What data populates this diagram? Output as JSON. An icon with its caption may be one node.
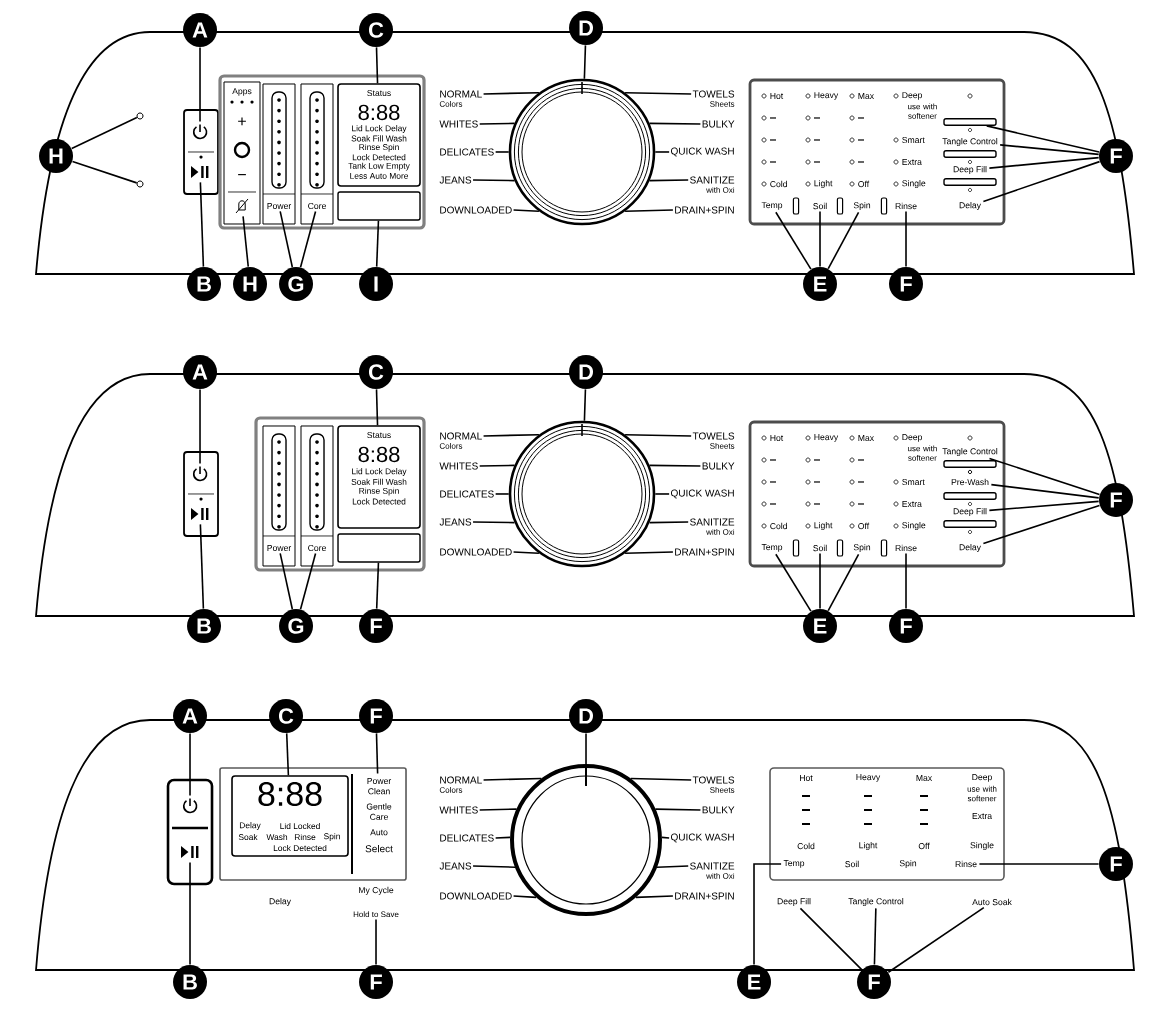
{
  "diagram": {
    "nodes": [
      {
        "text": [
          "A"
        ]
      },
      {
        "text": [
          "B"
        ]
      },
      {
        "text": [
          "C"
        ]
      },
      {
        "text": [
          "D"
        ]
      },
      {
        "text": [
          "H"
        ]
      },
      {
        "text": [
          "H"
        ]
      },
      {
        "text": [
          "G"
        ]
      },
      {
        "text": [
          "I"
        ]
      },
      {
        "text": [
          "E"
        ]
      },
      {
        "text": [
          "F"
        ]
      },
      {
        "text": [
          "F"
        ]
      },
      {
        "text": [],
        "shape": "icon"
      },
      {
        "text": [],
        "shape": "icon"
      },
      {
        "text": [],
        "shape": "circle"
      },
      {
        "text": [],
        "shape": "circle"
      },
      {
        "text": [],
        "shape": "icon"
      },
      {
        "text": [
          "Power"
        ]
      },
      {
        "text": [
          "Core"
        ]
      },
      {
        "text": [
          "Status",
          "8:88"
        ]
      },
      {
        "text": [],
        "shape": "box"
      },
      {
        "text": [],
        "shape": "circle"
      },
      {
        "text": [
          "Temp"
        ]
      },
      {
        "text": [
          "Soil"
        ]
      },
      {
        "text": [
          "Spin"
        ]
      },
      {
        "text": [
          "Rinse"
        ]
      },
      {
        "text": [],
        "shape": "bar"
      },
      {
        "text": [
          "Tangle Control"
        ]
      },
      {
        "text": [
          "Deep Fill"
        ]
      },
      {
        "text": [
          "Delay"
        ]
      },
      {
        "text": [
          "A"
        ]
      },
      {
        "text": [
          "B"
        ]
      },
      {
        "text": [
          "C"
        ]
      },
      {
        "text": [
          "D"
        ]
      },
      {
        "text": [
          "G"
        ]
      },
      {
        "text": [
          "F"
        ]
      },
      {
        "text": [
          "E"
        ]
      },
      {
        "text": [
          "F"
        ]
      },
      {
        "text": [
          "F"
        ]
      },
      {
        "text": [],
        "shape": "icon"
      },
      {
        "text": [],
        "shape": "icon"
      },
      {
        "text": [
          "Power"
        ]
      },
      {
        "text": [
          "Core"
        ]
      },
      {
        "text": [
          "Status",
          "8:88"
        ]
      },
      {
        "text": [],
        "shape": "box"
      },
      {
        "text": [],
        "shape": "circle"
      },
      {
        "text": [
          "Temp"
        ]
      },
      {
        "text": [
          "Soil"
        ]
      },
      {
        "text": [
          "Spin"
        ]
      },
      {
        "text": [
          "Rinse"
        ]
      },
      {
        "text": [
          "Tangle Control"
        ]
      },
      {
        "text": [
          "Pre-Wash"
        ]
      },
      {
        "text": [
          "Deep Fill"
        ]
      },
      {
        "text": [
          "Delay"
        ]
      },
      {
        "text": [
          "A"
        ]
      },
      {
        "text": [
          "C"
        ]
      },
      {
        "text": [
          "F"
        ]
      },
      {
        "text": [
          "D"
        ]
      },
      {
        "text": [
          "B"
        ]
      },
      {
        "text": [
          "F"
        ]
      },
      {
        "text": [
          "E"
        ]
      },
      {
        "text": [
          "F"
        ]
      },
      {
        "text": [
          "F"
        ]
      },
      {
        "text": [],
        "shape": "icon"
      },
      {
        "text": [],
        "shape": "icon"
      },
      {
        "text": [
          "8:88"
        ]
      },
      {
        "text": [
          "Power Clean",
          "Gentle Care",
          "Auto",
          "Select"
        ]
      },
      {
        "text": [
          "My Cycle",
          "Hold to Save"
        ]
      },
      {
        "text": [],
        "shape": "circle"
      },
      {
        "text": [
          "Temp"
        ]
      },
      {
        "text": [
          "Soil"
        ]
      },
      {
        "text": [
          "Spin"
        ]
      },
      {
        "text": [
          "Rinse"
        ]
      },
      {
        "text": [
          "Deep Fill"
        ]
      },
      {
        "text": [
          "Tangle Control"
        ]
      },
      {
        "text": [
          "Auto Soak"
        ]
      },
      {
        "text": [
          "NORMAL"
        ],
        "beside": [
          "Colors"
        ]
      },
      {
        "text": [
          "WHITES"
        ]
      },
      {
        "text": [
          "DELICATES"
        ]
      },
      {
        "text": [
          "JEANS"
        ]
      },
      {
        "text": [
          "DOWNLOADED"
        ]
      },
      {
        "text": [
          "TOWELS"
        ],
        "beside": [
          "Sheets"
        ]
      },
      {
        "text": [
          "BULKY"
        ]
      },
      {
        "text": [
          "QUICK WASH"
        ]
      },
      {
        "text": [
          "SANITIZE"
        ],
        "beside": [
          "with Oxi"
        ]
      },
      {
        "text": [
          "DRAIN+SPIN"
        ]
      },
      {
        "text": [
          "NORMAL"
        ],
        "beside": [
          "Colors"
        ]
      },
      {
        "text": [
          "WHITES"
        ]
      },
      {
        "text": [
          "DELICATES"
        ]
      },
      {
        "text": [
          "JEANS"
        ]
      },
      {
        "text": [
          "DOWNLOADED"
        ]
      },
      {
        "text": [
          "TOWELS"
        ],
        "beside": [
          "Sheets"
        ]
      },
      {
        "text": [
          "BULKY"
        ]
      },
      {
        "text": [
          "QUICK WASH"
        ]
      },
      {
        "text": [
          "SANITIZE"
        ],
        "beside": [
          "with Oxi"
        ]
      },
      {
        "text": [
          "DRAIN+SPIN"
        ]
      },
      {
        "text": [
          "NORMAL"
        ],
        "beside": [
          "Colors"
        ]
      },
      {
        "text": [
          "WHITES"
        ]
      },
      {
        "text": [
          "DELICATES"
        ]
      },
      {
        "text": [
          "JEANS"
        ]
      },
      {
        "text": [
          "DOWNLOADED"
        ]
      },
      {
        "text": [
          "TOWELS"
        ],
        "beside": [
          "Sheets"
        ]
      },
      {
        "text": [
          "BULKY"
        ]
      },
      {
        "text": [
          "QUICK WASH"
        ]
      },
      {
        "text": [
          "SANITIZE"
        ],
        "beside": [
          "with Oxi"
        ]
      },
      {
        "text": [
          "DRAIN+SPIN"
        ]
      }
    ],
    "edges": [
      {
        "from": 0,
        "to": 11,
        "arrow": "none"
      },
      {
        "from": 1,
        "to": 12,
        "arrow": "none"
      },
      {
        "from": 2,
        "to": 18,
        "arrow": "none"
      },
      {
        "from": 3,
        "to": 20,
        "arrow": "none"
      },
      {
        "from": 4,
        "to": 13,
        "arrow": "none"
      },
      {
        "from": 4,
        "to": 14,
        "arrow": "none"
      },
      {
        "from": 5,
        "to": 15,
        "arrow": "none"
      },
      {
        "from": 6,
        "to": 16,
        "arrow": "none"
      },
      {
        "from": 6,
        "to": 17,
        "arrow": "none"
      },
      {
        "from": 7,
        "to": 19,
        "arrow": "none"
      },
      {
        "from": 8,
        "to": 21,
        "arrow": "none"
      },
      {
        "from": 8,
        "to": 22,
        "arrow": "none"
      },
      {
        "from": 8,
        "to": 23,
        "arrow": "none"
      },
      {
        "from": 9,
        "to": 24,
        "arrow": "none"
      },
      {
        "from": 10,
        "to": 25,
        "arrow": "none"
      },
      {
        "from": 10,
        "to": 26,
        "arrow": "none"
      },
      {
        "from": 10,
        "to": 27,
        "arrow": "none"
      },
      {
        "from": 10,
        "to": 28,
        "arrow": "none"
      },
      {
        "from": 29,
        "to": 38,
        "arrow": "none"
      },
      {
        "from": 30,
        "to": 39,
        "arrow": "none"
      },
      {
        "from": 31,
        "to": 42,
        "arrow": "none"
      },
      {
        "from": 32,
        "to": 44,
        "arrow": "none"
      },
      {
        "from": 33,
        "to": 40,
        "arrow": "none"
      },
      {
        "from": 33,
        "to": 41,
        "arrow": "none"
      },
      {
        "from": 34,
        "to": 43,
        "arrow": "none"
      },
      {
        "from": 35,
        "to": 45,
        "arrow": "none"
      },
      {
        "from": 35,
        "to": 46,
        "arrow": "none"
      },
      {
        "from": 35,
        "to": 47,
        "arrow": "none"
      },
      {
        "from": 36,
        "to": 48,
        "arrow": "none"
      },
      {
        "from": 37,
        "to": 49,
        "arrow": "none"
      },
      {
        "from": 37,
        "to": 50,
        "arrow": "none"
      },
      {
        "from": 37,
        "to": 51,
        "arrow": "none"
      },
      {
        "from": 37,
        "to": 52,
        "arrow": "none"
      },
      {
        "from": 53,
        "to": 62,
        "arrow": "none"
      },
      {
        "from": 57,
        "to": 63,
        "arrow": "none"
      },
      {
        "from": 54,
        "to": 64,
        "arrow": "none"
      },
      {
        "from": 55,
        "to": 65,
        "arrow": "none"
      },
      {
        "from": 58,
        "to": 66,
        "arrow": "none"
      },
      {
        "from": 56,
        "to": 67,
        "arrow": "none"
      },
      {
        "from": 59,
        "to": 68,
        "arrow": "none"
      },
      {
        "from": 61,
        "to": 71,
        "arrow": "none"
      },
      {
        "from": 60,
        "to": 72,
        "arrow": "none"
      },
      {
        "from": 60,
        "to": 73,
        "arrow": "none"
      },
      {
        "from": 60,
        "to": 74,
        "arrow": "none"
      },
      {
        "from": 75,
        "to": 20,
        "arrow": "none"
      },
      {
        "from": 76,
        "to": 20,
        "arrow": "none"
      },
      {
        "from": 77,
        "to": 20,
        "arrow": "none"
      },
      {
        "from": 78,
        "to": 20,
        "arrow": "none"
      },
      {
        "from": 79,
        "to": 20,
        "arrow": "none"
      },
      {
        "from": 80,
        "to": 20,
        "arrow": "none"
      },
      {
        "from": 81,
        "to": 20,
        "arrow": "none"
      },
      {
        "from": 82,
        "to": 20,
        "arrow": "none"
      },
      {
        "from": 83,
        "to": 20,
        "arrow": "none"
      },
      {
        "from": 84,
        "to": 20,
        "arrow": "none"
      },
      {
        "from": 85,
        "to": 44,
        "arrow": "none"
      },
      {
        "from": 86,
        "to": 44,
        "arrow": "none"
      },
      {
        "from": 87,
        "to": 44,
        "arrow": "none"
      },
      {
        "from": 88,
        "to": 44,
        "arrow": "none"
      },
      {
        "from": 89,
        "to": 44,
        "arrow": "none"
      },
      {
        "from": 90,
        "to": 44,
        "arrow": "none"
      },
      {
        "from": 91,
        "to": 44,
        "arrow": "none"
      },
      {
        "from": 92,
        "to": 44,
        "arrow": "none"
      },
      {
        "from": 93,
        "to": 44,
        "arrow": "none"
      },
      {
        "from": 94,
        "to": 44,
        "arrow": "none"
      },
      {
        "from": 95,
        "to": 67,
        "arrow": "none"
      },
      {
        "from": 96,
        "to": 67,
        "arrow": "none"
      },
      {
        "from": 97,
        "to": 67,
        "arrow": "none"
      },
      {
        "from": 98,
        "to": 67,
        "arrow": "none"
      },
      {
        "from": 99,
        "to": 67,
        "arrow": "none"
      },
      {
        "from": 100,
        "to": 67,
        "arrow": "none"
      },
      {
        "from": 101,
        "to": 67,
        "arrow": "none"
      },
      {
        "from": 102,
        "to": 67,
        "arrow": "none"
      },
      {
        "from": 103,
        "to": 67,
        "arrow": "none"
      },
      {
        "from": 104,
        "to": 67,
        "arrow": "none"
      }
    ],
    "labels": [
      "Apps",
      "+",
      "−",
      "Lid Lock Delay",
      "Soak Fill Wash",
      "Rinse Spin",
      "Lock Detected",
      "Tank Low Empty",
      "Less Auto More",
      "Hot",
      "Heavy",
      "Max",
      "Deep",
      "use with softener",
      "Smart",
      "Extra",
      "Cold",
      "Light",
      "Off",
      "Single",
      "Lid Lock Delay",
      "Soak Fill Wash",
      "Rinse Spin",
      "Lock Detected",
      "Hot",
      "Heavy",
      "Max",
      "Deep",
      "use with softener",
      "Smart",
      "Extra",
      "Cold",
      "Light",
      "Off",
      "Single",
      "Delay",
      "Lid Locked",
      "Soak",
      "Wash",
      "Rinse",
      "Spin",
      "Lock Detected",
      "Delay",
      "Hot",
      "Heavy",
      "Max",
      "Deep",
      "use with softener",
      "Extra",
      "Cold",
      "Light",
      "Off",
      "Single"
    ]
  }
}
